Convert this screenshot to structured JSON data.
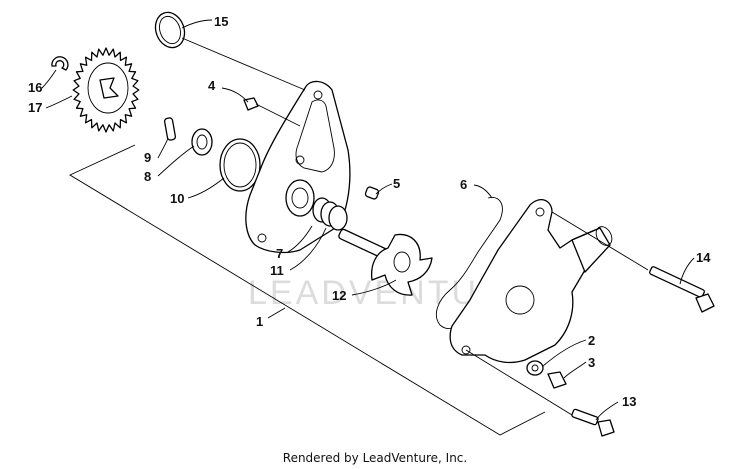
{
  "watermark": "LEADVENTURE",
  "footer": "Rendered by LeadVenture, Inc.",
  "callouts": [
    {
      "id": "1",
      "label": "1"
    },
    {
      "id": "2",
      "label": "2"
    },
    {
      "id": "3",
      "label": "3"
    },
    {
      "id": "4",
      "label": "4"
    },
    {
      "id": "5",
      "label": "5"
    },
    {
      "id": "6",
      "label": "6"
    },
    {
      "id": "7",
      "label": "7"
    },
    {
      "id": "8",
      "label": "8"
    },
    {
      "id": "9",
      "label": "9"
    },
    {
      "id": "10",
      "label": "10"
    },
    {
      "id": "11",
      "label": "11"
    },
    {
      "id": "12",
      "label": "12"
    },
    {
      "id": "13",
      "label": "13"
    },
    {
      "id": "14",
      "label": "14"
    },
    {
      "id": "15",
      "label": "15"
    },
    {
      "id": "16",
      "label": "16"
    },
    {
      "id": "17",
      "label": "17"
    }
  ]
}
